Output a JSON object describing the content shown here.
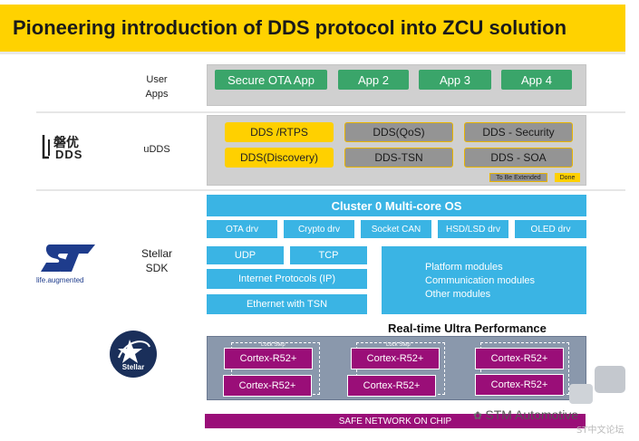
{
  "title": "Pioneering introduction of DDS protocol into ZCU solution",
  "rows": {
    "user_apps": {
      "label_line1": "User",
      "label_line2": "Apps"
    },
    "udds": {
      "label": "uDDS"
    },
    "stellar_sdk": {
      "label_line1": "Stellar",
      "label_line2": "SDK"
    }
  },
  "apps": [
    "Secure OTA App",
    "App 2",
    "App 3",
    "App 4"
  ],
  "dds": {
    "done": [
      "DDS /RTPS",
      "DDS(Discovery)"
    ],
    "to_be_extended": [
      "DDS(QoS)",
      "DDS-TSN",
      "DDS - Security",
      "DDS - SOA"
    ],
    "legend_tbe": "To Be Extended",
    "legend_done": "Done"
  },
  "logos": {
    "udds_logo_cn": "磐优",
    "udds_logo_en": "DDS",
    "st_tagline": "life.augmented",
    "stellar_badge": "Stellar"
  },
  "os": {
    "title": "Cluster 0 Multi-core OS",
    "drivers": [
      "OTA drv",
      "Crypto drv",
      "Socket CAN",
      "HSD/LSD drv",
      "OLED drv"
    ]
  },
  "network": {
    "udp": "UDP",
    "tcp": "TCP",
    "ip": "Internet Protocols (IP)",
    "eth": "Ethernet with TSN"
  },
  "modules": [
    "Platform modules",
    "Communication modules",
    "Other modules"
  ],
  "hardware": {
    "title": "Real-time Ultra Performance",
    "lockstep_label": "Lock Step",
    "cores": [
      "Cortex-R52+",
      "Cortex-R52+",
      "Cortex-R52+",
      "Cortex-R52+",
      "Cortex-R52+",
      "Cortex-R52+"
    ],
    "safe_network": "SAFE NETWORK ON CHIP"
  },
  "watermark": {
    "text": "STM Automotive",
    "subtext": "ST中文论坛"
  },
  "colors": {
    "title_bg": "#ffd200",
    "app_green": "#3aa56a",
    "dds_yellow": "#ffd000",
    "dds_gray": "#949494",
    "sdk_blue": "#3ab4e4",
    "core_magenta": "#9a0e78",
    "st_blue": "#1e3c8c"
  }
}
